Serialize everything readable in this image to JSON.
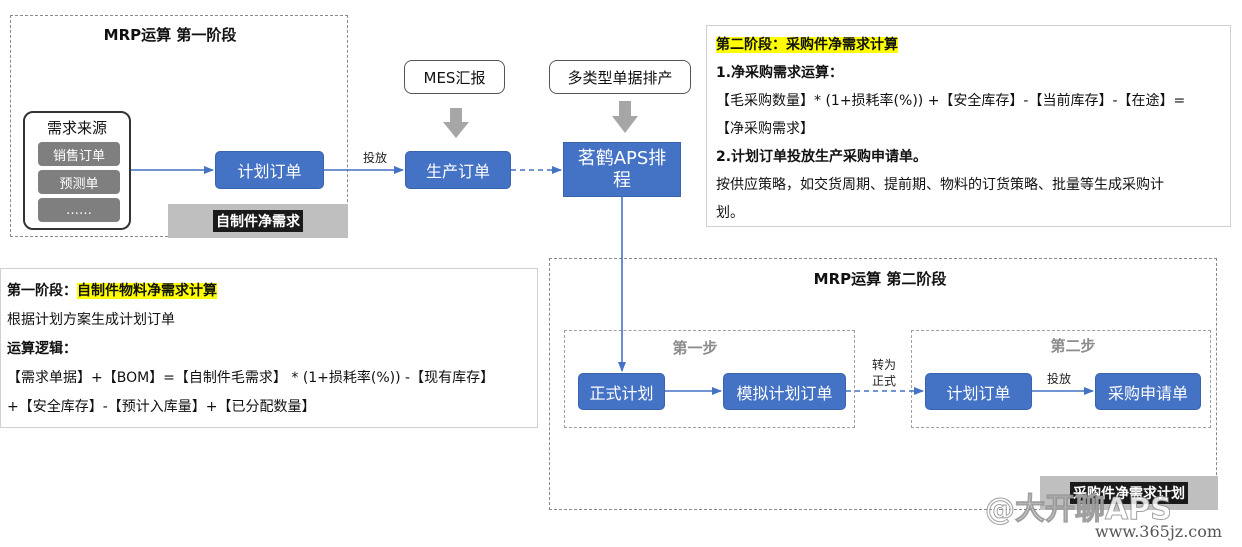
{
  "stage1": {
    "title": "MRP运算 第一阶段",
    "demand_title": "需求来源",
    "demand_items": [
      "销售订单",
      "预测单",
      "……"
    ],
    "plan_order": "计划订单",
    "release_label": "投放",
    "production_order": "生产订单",
    "footer_label": "自制件净需求"
  },
  "inputs": {
    "mes": "MES汇报",
    "multi": "多类型单据排产"
  },
  "aps_label": "茗鹤APS排程",
  "stage2_desc": {
    "heading_prefix": "第二阶段：",
    "heading_highlight": "采购件净需求计算",
    "l1": "1.净采购需求运算：",
    "l2": "【毛采购数量】* (1+损耗率(%)) +【安全库存】-【当前库存】-【在途】=",
    "l3": "【净采购需求】",
    "l4": "2.计划订单投放生产采购申请单。",
    "l5": "按供应策略，如交货周期、提前期、物料的订货策略、批量等生成采购计",
    "l6": "划。"
  },
  "stage1_desc": {
    "heading_prefix": "第一阶段：",
    "heading_highlight": "自制件物料净需求计算",
    "l1": "根据计划方案生成计划订单",
    "l2": "运算逻辑：",
    "l3": "【需求单据】+【BOM】=【自制件毛需求】 * (1+损耗率(%)) -【现有库存】",
    "l4": "+【安全库存】-【预计入库量】+【已分配数量】"
  },
  "stage2": {
    "title": "MRP运算 第二阶段",
    "step1_title": "第一步",
    "step2_title": "第二步",
    "formal_plan": "正式计划",
    "sim_plan_order": "模拟计划订单",
    "convert_label_1": "转为",
    "convert_label_2": "正式",
    "plan_order": "计划订单",
    "release_label": "投放",
    "purchase_req": "采购申请单",
    "footer_label": "采购件净需求计划"
  },
  "watermark": {
    "handle": "@大开聊APS",
    "site": "www.365jz.com"
  },
  "colors": {
    "box_blue": "#4472c4",
    "highlight": "#ffff00",
    "arrow_gray": "#a6a6a6"
  }
}
